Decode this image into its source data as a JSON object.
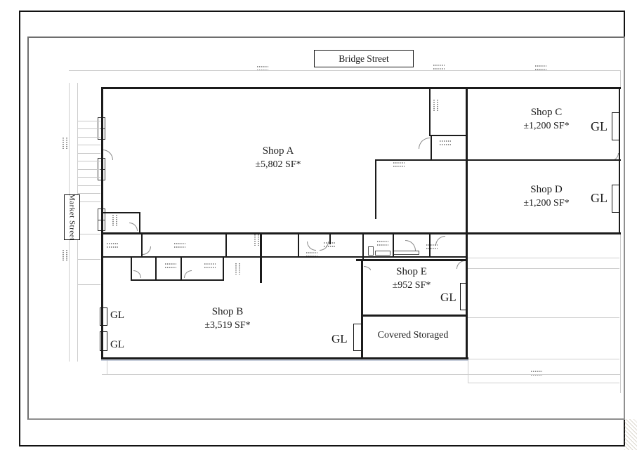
{
  "drawing": {
    "streets": {
      "top": "Bridge Street",
      "left": "Market Street"
    },
    "units": [
      {
        "name": "Shop A",
        "area": "±5,802 SF*"
      },
      {
        "name": "Shop B",
        "area": "±3,519 SF*"
      },
      {
        "name": "Shop C",
        "area": "±1,200 SF*"
      },
      {
        "name": "Shop D",
        "area": "±1,200 SF*"
      },
      {
        "name": "Shop E",
        "area": "±952 SF*"
      },
      {
        "name": "Covered Storaged",
        "area": ""
      }
    ],
    "labels": {
      "gl": "GL"
    },
    "colors": {
      "wall": "#1b1b1b",
      "faint_line": "#cecece",
      "shadow": "#a8b2c8",
      "paper": "#ffffff"
    }
  }
}
